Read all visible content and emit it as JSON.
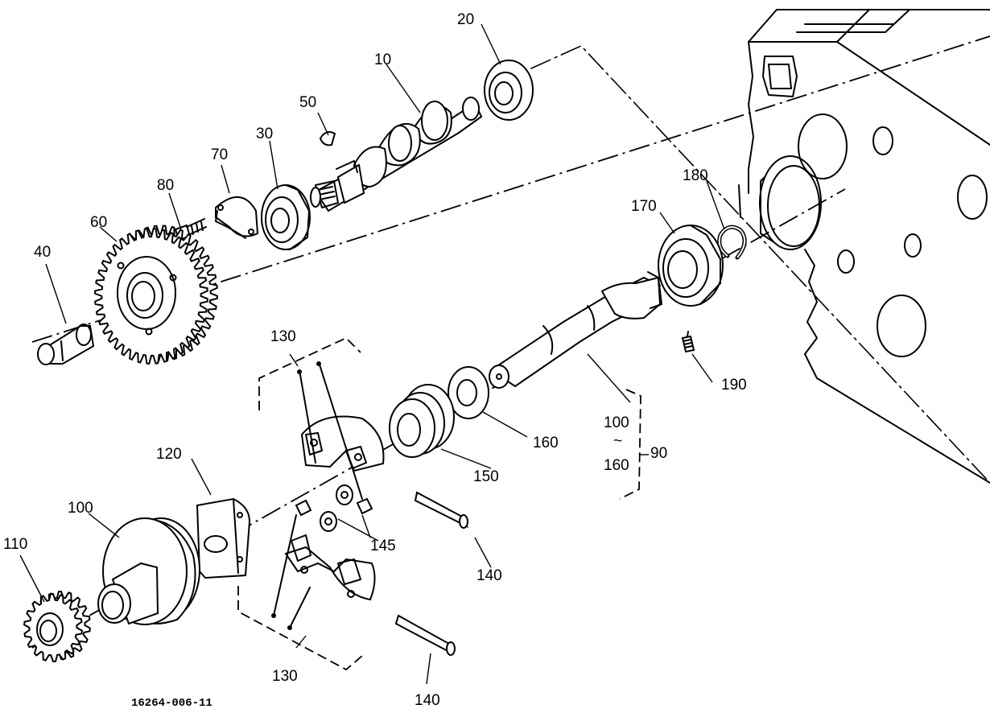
{
  "figure_id": "16264-006-11",
  "callouts": {
    "p10": "10",
    "p20": "20",
    "p30": "30",
    "p40": "40",
    "p50": "50",
    "p60": "60",
    "p70": "70",
    "p80": "80",
    "p90": "90",
    "p100_main": "100",
    "p100_range": "100",
    "range_sep": "~",
    "p160_range": "160",
    "p110": "110",
    "p120": "120",
    "p130_top": "130",
    "p130_bottom": "130",
    "p140_a": "140",
    "p140_b": "140",
    "p145": "145",
    "p150": "150",
    "p160": "160",
    "p170": "170",
    "p180": "180",
    "p190": "190"
  }
}
